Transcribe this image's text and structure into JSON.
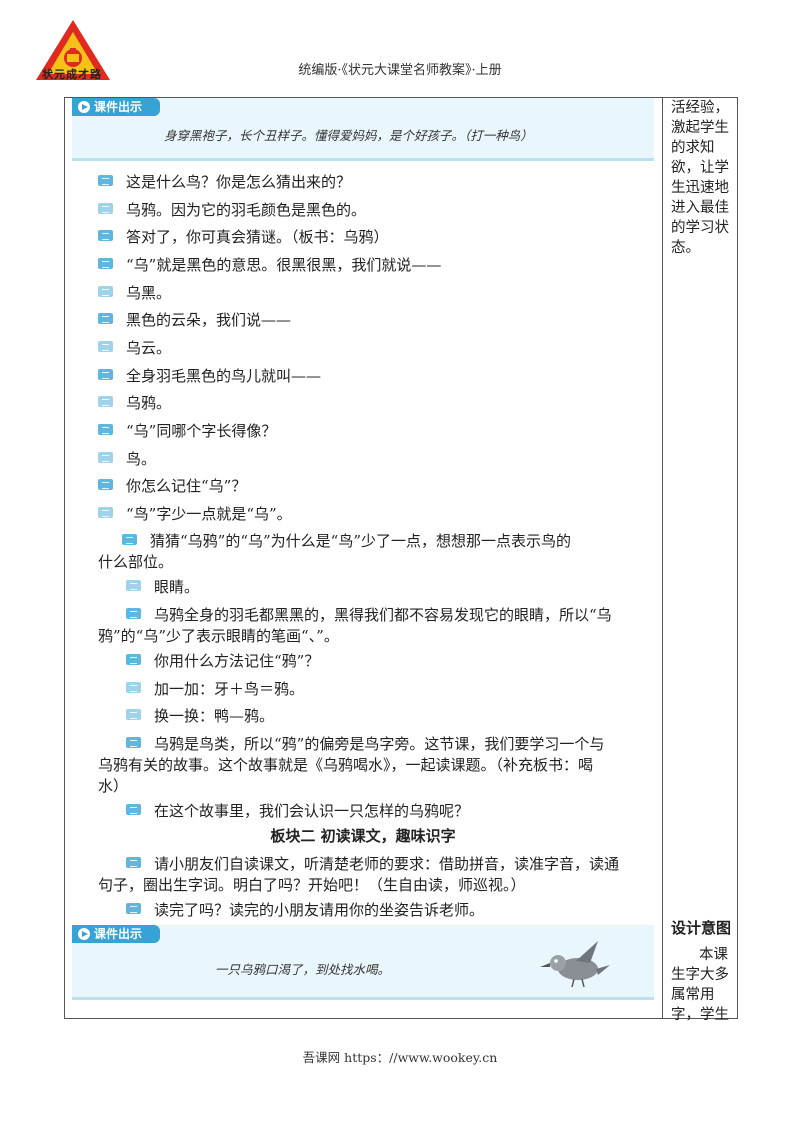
{
  "header": {
    "logo_text": "状元成才路",
    "title": "统编版·《状元大课堂名师教案》·上册"
  },
  "courseware": {
    "tab_label": "课件出示",
    "box1_text": "身穿黑袍子，长个丑样子。懂得爱妈妈，是个好孩子。（打一种鸟）",
    "box2_text": "一只乌鸦口渴了，到处找水喝。"
  },
  "lines": [
    {
      "role": "teacher",
      "text": "这是什么鸟？你是怎么猜出来的？"
    },
    {
      "role": "student",
      "text": "乌鸦。因为它的羽毛颜色是黑色的。"
    },
    {
      "role": "teacher",
      "text": "答对了，你可真会猜谜。（板书：乌鸦）"
    },
    {
      "role": "teacher",
      "text": "“乌”就是黑色的意思。很黑很黑，我们就说——"
    },
    {
      "role": "student",
      "text": "乌黑。"
    },
    {
      "role": "teacher",
      "text": "黑色的云朵，我们说——"
    },
    {
      "role": "student",
      "text": "乌云。"
    },
    {
      "role": "teacher",
      "text": "全身羽毛黑色的鸟儿就叫——"
    },
    {
      "role": "student",
      "text": "乌鸦。"
    },
    {
      "role": "teacher",
      "text": "“乌”同哪个字长得像？"
    },
    {
      "role": "student",
      "text": "鸟。"
    },
    {
      "role": "teacher",
      "text": "你怎么记住“乌”？"
    },
    {
      "role": "student",
      "text": "“鸟”字少一点就是“乌”。"
    }
  ],
  "wrapped": {
    "p1_a": "猜猜“乌鸦”的“乌”为什么是“鸟”少了一点，想想那一点表示鸟的",
    "p1_b": "什么部位。",
    "s1": "眼睛。",
    "p2_a": "乌鸦全身的羽毛都黑黑的，黑得我们都不容易发现它的眼睛，所以“乌",
    "p2_b": "鸦”的“乌”少了表示眼睛的笔画“、”。",
    "t1": "你用什么方法记住“鸦”？",
    "s2": "加一加：牙＋鸟＝鸦。",
    "s3": "换一换：鸭—鸦。",
    "p3_a": "乌鸦是鸟类，所以“鸦”的偏旁是鸟字旁。这节课，我们要学习一个与",
    "p3_b": "乌鸦有关的故事。这个故事就是《乌鸦喝水》，一起读课题。（补充板书：喝",
    "p3_c": "水）",
    "t2": "在这个故事里，我们会认识一只怎样的乌鸦呢？",
    "section": "板块二  初读课文，趣味识字",
    "p4_a": "请小朋友们自读课文，听清楚老师的要求：借助拼音，读准字音，读通",
    "p4_b": "句子，圈出生字词。明白了吗？开始吧！（生自由读，师巡视。）",
    "t3": "读完了吗？读完的小朋友请用你的坐姿告诉老师。"
  },
  "side": {
    "top_lines": [
      "活经验，",
      "激起学生",
      "的求知",
      "欲，让学",
      "生迅速地",
      "进入最佳",
      "的学习状",
      "态。"
    ],
    "heading": "设计意图",
    "body_lines": [
      "本课",
      "生字大多",
      "属常用",
      "字，学生"
    ]
  },
  "footer": {
    "text": "吾课网 https：//www.wookey.cn"
  }
}
